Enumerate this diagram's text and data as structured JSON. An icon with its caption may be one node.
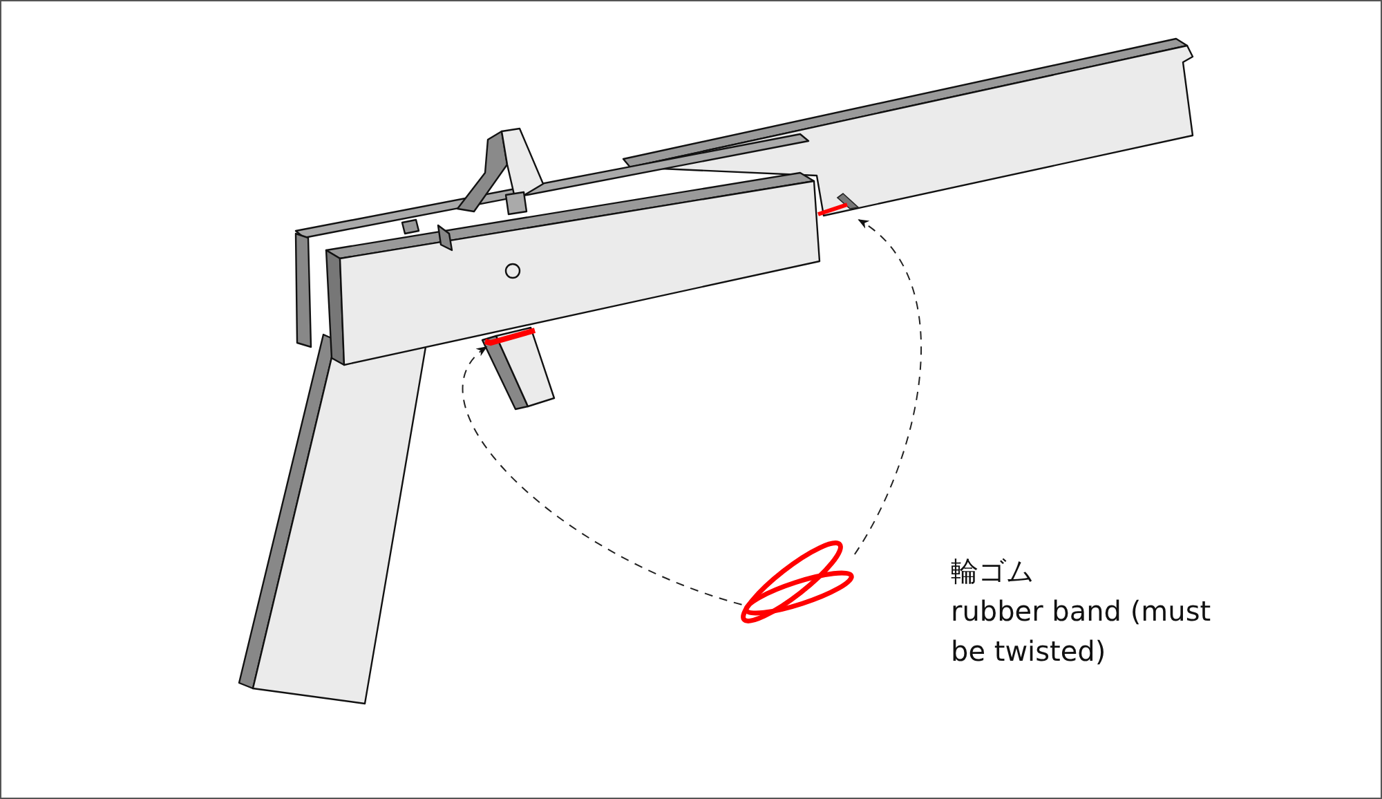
{
  "diagram": {
    "nodes": [
      {
        "text": [],
        "shape": "picture",
        "beside": [
          "輪ゴム",
          "rubber band (must be twisted)"
        ]
      },
      {
        "text": [],
        "shape": "picture"
      },
      {
        "text": [],
        "shape": "picture"
      }
    ],
    "edges": [
      {
        "from": 0,
        "to": 1,
        "arrow": "to",
        "style": "dashed"
      },
      {
        "from": 0,
        "to": 2,
        "arrow": "to",
        "style": "dashed"
      }
    ]
  }
}
